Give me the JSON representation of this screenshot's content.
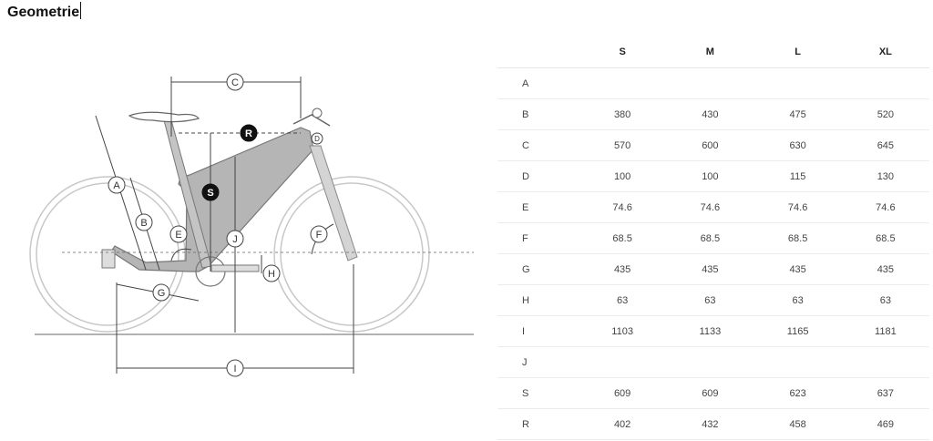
{
  "page": {
    "title": "Geometrie"
  },
  "diagram": {
    "labels": {
      "A": "A",
      "B": "B",
      "C": "C",
      "D": "D",
      "E": "E",
      "F": "F",
      "G": "G",
      "H": "H",
      "I": "I",
      "J": "J",
      "R": "R",
      "S": "S"
    }
  },
  "table": {
    "headers": [
      "",
      "S",
      "M",
      "L",
      "XL"
    ],
    "rows": [
      {
        "label": "A",
        "values": [
          "",
          "",
          "",
          ""
        ]
      },
      {
        "label": "B",
        "values": [
          "380",
          "430",
          "475",
          "520"
        ]
      },
      {
        "label": "C",
        "values": [
          "570",
          "600",
          "630",
          "645"
        ]
      },
      {
        "label": "D",
        "values": [
          "100",
          "100",
          "115",
          "130"
        ]
      },
      {
        "label": "E",
        "values": [
          "74.6",
          "74.6",
          "74.6",
          "74.6"
        ]
      },
      {
        "label": "F",
        "values": [
          "68.5",
          "68.5",
          "68.5",
          "68.5"
        ]
      },
      {
        "label": "G",
        "values": [
          "435",
          "435",
          "435",
          "435"
        ]
      },
      {
        "label": "H",
        "values": [
          "63",
          "63",
          "63",
          "63"
        ]
      },
      {
        "label": "I",
        "values": [
          "1103",
          "1133",
          "1165",
          "1181"
        ]
      },
      {
        "label": "J",
        "values": [
          "",
          "",
          "",
          ""
        ]
      },
      {
        "label": "S",
        "values": [
          "609",
          "609",
          "623",
          "637"
        ]
      },
      {
        "label": "R",
        "values": [
          "402",
          "432",
          "458",
          "469"
        ]
      }
    ]
  }
}
